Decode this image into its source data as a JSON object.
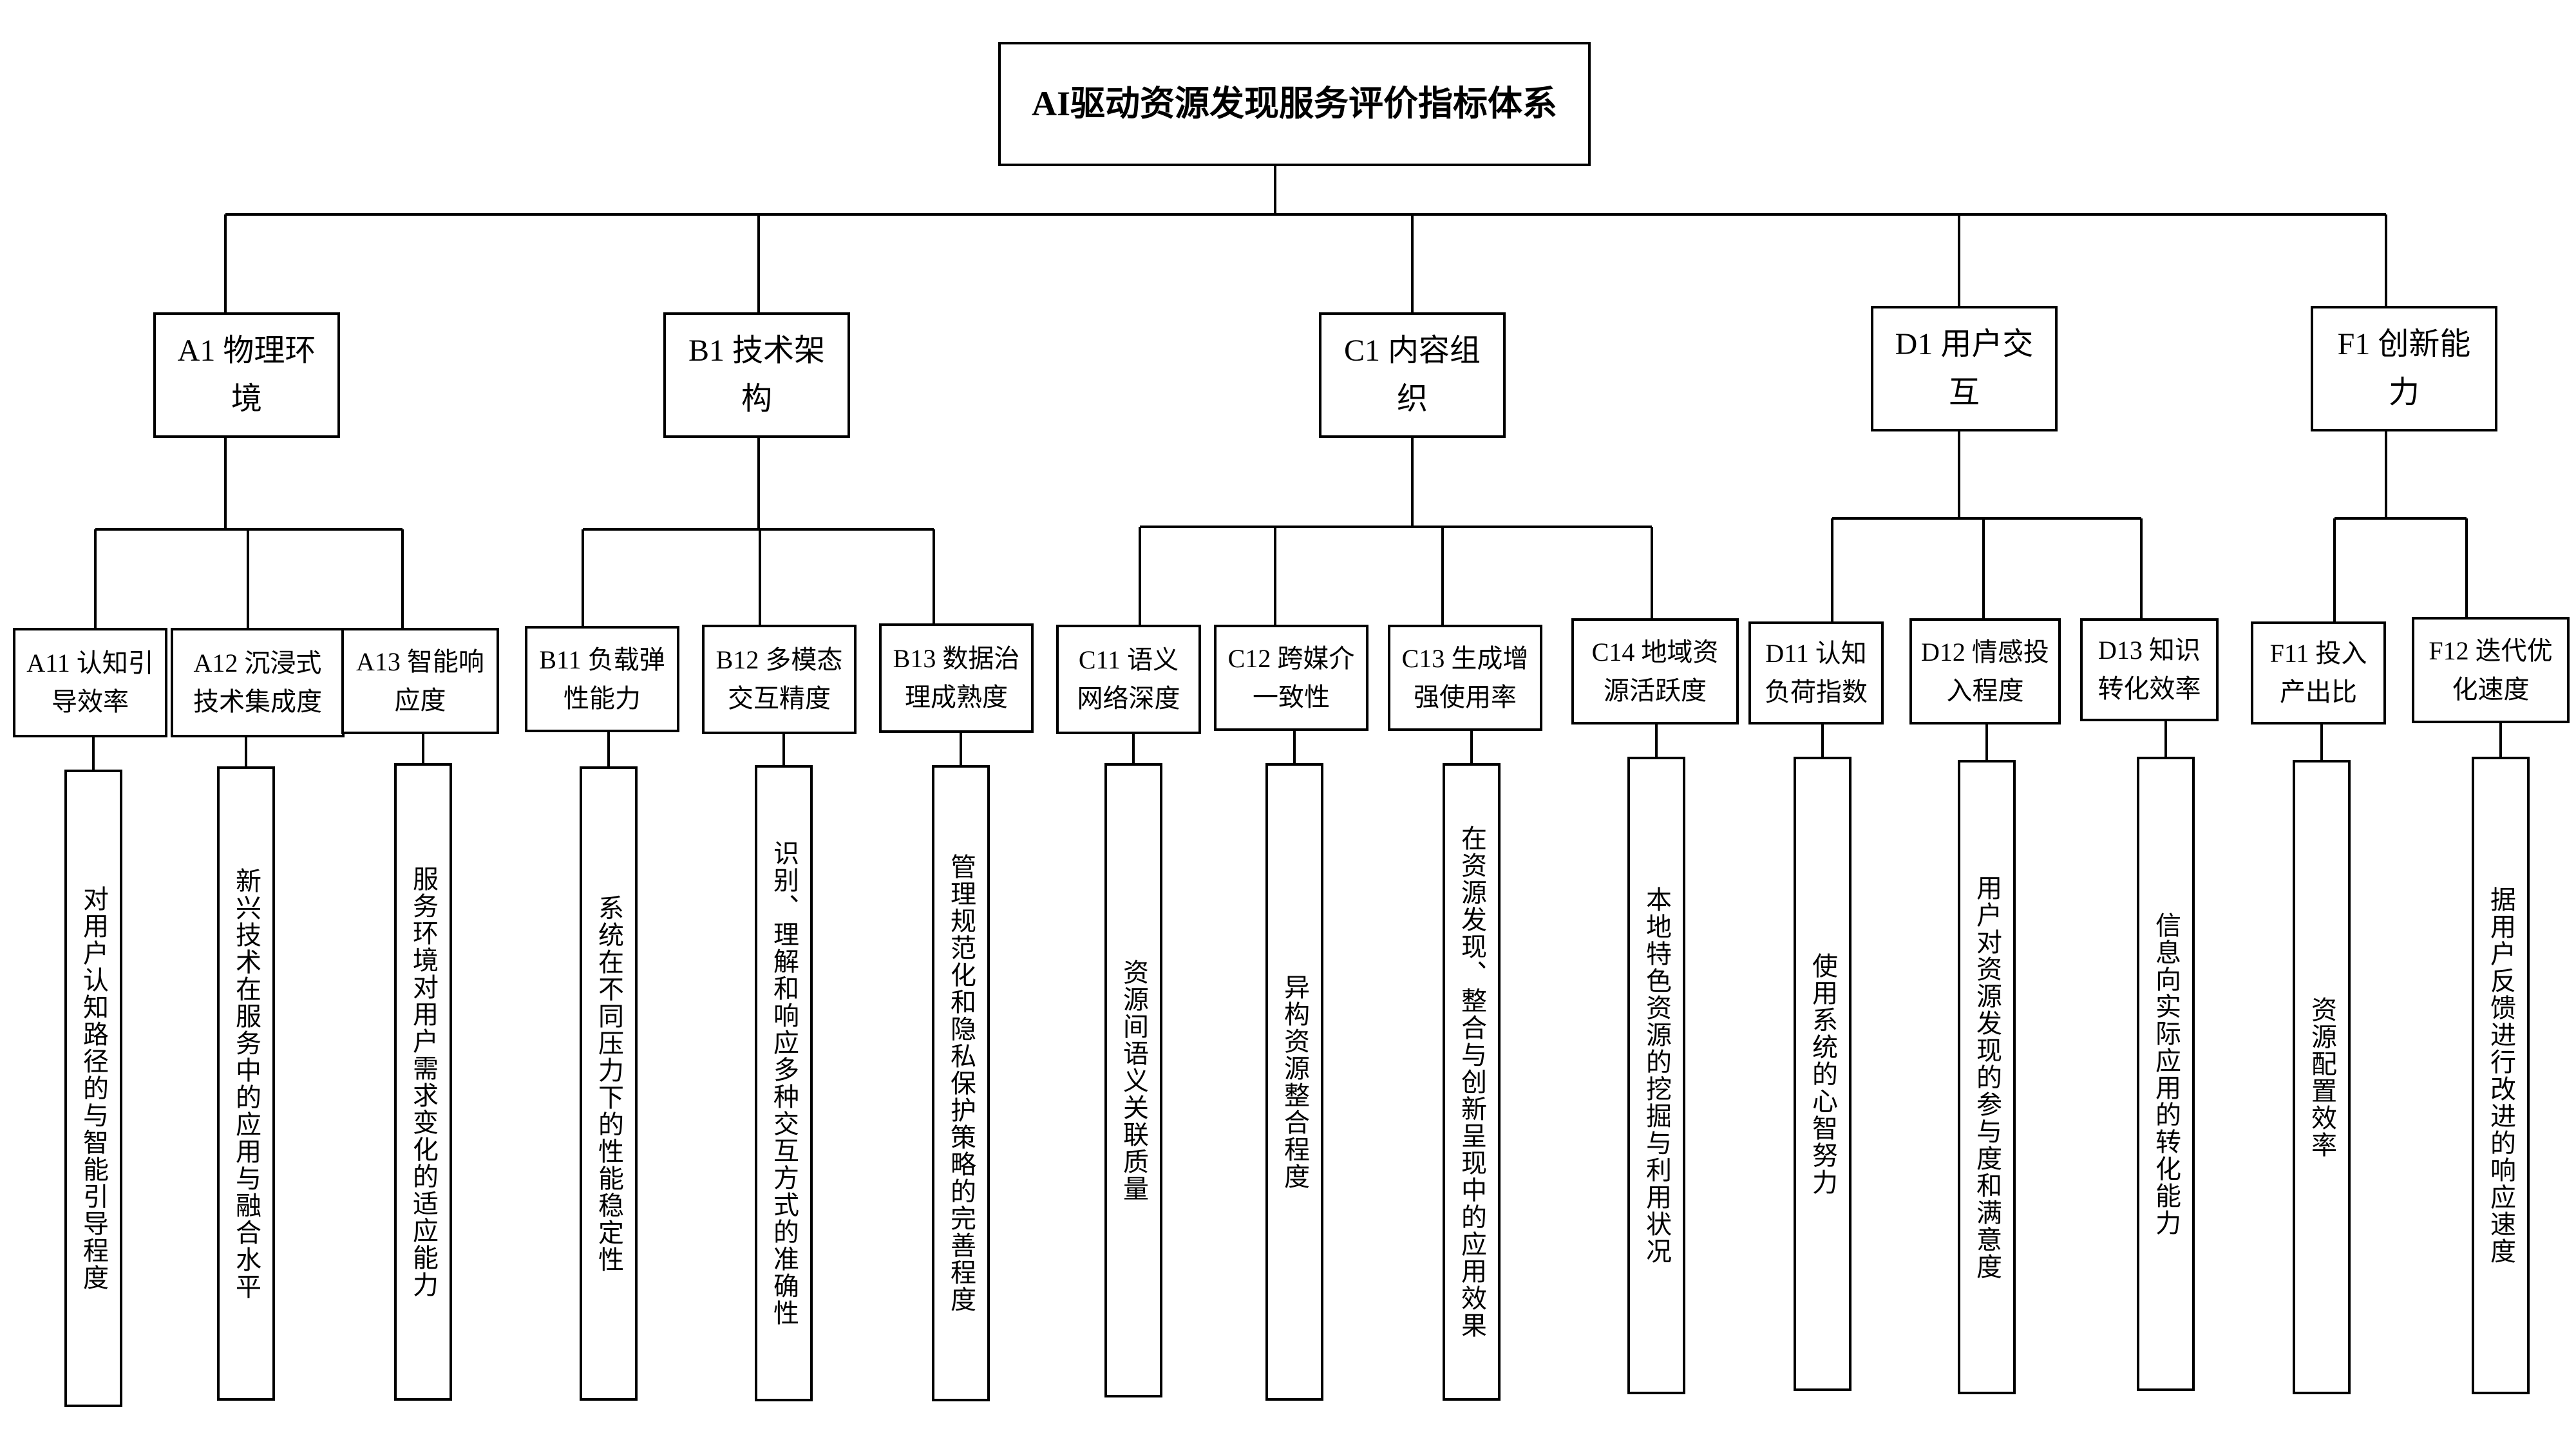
{
  "diagram": {
    "title": "AI驱动资源发现服务评价指标体系",
    "categories": [
      {
        "id": "A1",
        "label": "A1 物理环境",
        "indicators": [
          {
            "id": "A11",
            "label": "A11 认知引导效率",
            "desc": "对用户认知路径的与智能引导程度"
          },
          {
            "id": "A12",
            "label": "A12 沉浸式技术集成度",
            "desc": "新兴技术在服务中的应用与融合水平"
          },
          {
            "id": "A13",
            "label": "A13 智能响应度",
            "desc": "服务环境对用户需求变化的适应能力"
          }
        ]
      },
      {
        "id": "B1",
        "label": "B1 技术架构",
        "indicators": [
          {
            "id": "B11",
            "label": "B11 负载弹性能力",
            "desc": "系统在不同压力下的性能稳定性"
          },
          {
            "id": "B12",
            "label": "B12 多模态交互精度",
            "desc": "识别、理解和响应多种交互方式的准确性"
          },
          {
            "id": "B13",
            "label": "B13 数据治理成熟度",
            "desc": "管理规范化和隐私保护策略的完善程度"
          }
        ]
      },
      {
        "id": "C1",
        "label": "C1 内容组织",
        "indicators": [
          {
            "id": "C11",
            "label": "C11 语义网络深度",
            "desc": "资源间语义关联质量"
          },
          {
            "id": "C12",
            "label": "C12 跨媒介一致性",
            "desc": "异构资源整合程度"
          },
          {
            "id": "C13",
            "label": "C13 生成增强使用率",
            "desc": "在资源发现、整合与创新呈现中的应用效果"
          },
          {
            "id": "C14",
            "label": "C14 地域资源活跃度",
            "desc": "本地特色资源的挖掘与利用状况"
          }
        ]
      },
      {
        "id": "D1",
        "label": "D1 用户交互",
        "indicators": [
          {
            "id": "D11",
            "label": "D11 认知负荷指数",
            "desc": "使用系统的心智努力"
          },
          {
            "id": "D12",
            "label": "D12 情感投入程度",
            "desc": "用户对资源发现的参与度和满意度"
          },
          {
            "id": "D13",
            "label": "D13 知识转化效率",
            "desc": "信息向实际应用的转化能力"
          }
        ]
      },
      {
        "id": "F1",
        "label": "F1 创新能力",
        "indicators": [
          {
            "id": "F11",
            "label": "F11 投入产出比",
            "desc": "资源配置效率"
          },
          {
            "id": "F12",
            "label": "F12 迭代优化速度",
            "desc": "据用户反馈进行改进的响应速度"
          }
        ]
      }
    ]
  }
}
